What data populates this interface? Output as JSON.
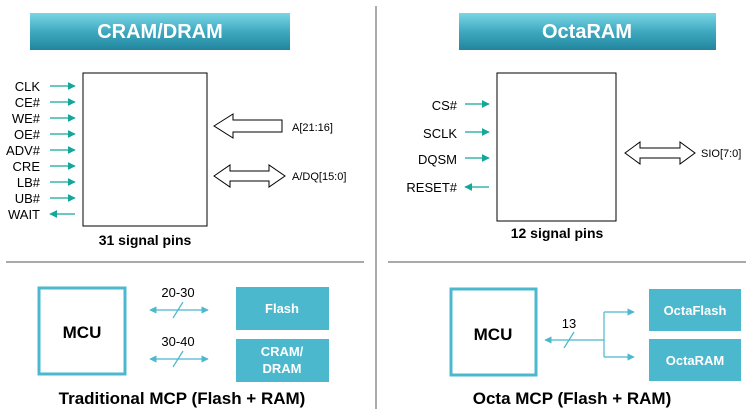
{
  "left": {
    "banner": "CRAM/DRAM",
    "signals": [
      "CLK",
      "CE#",
      "WE#",
      "OE#",
      "ADV#",
      "CRE",
      "LB#",
      "UB#",
      "WAIT"
    ],
    "bus_a": "A[21:16]",
    "bus_adq": "A/DQ[15:0]",
    "pin_caption": "31 signal pins",
    "mcu_label": "MCU",
    "line_count_top": "20-30",
    "line_count_bottom": "30-40",
    "flash_label": "Flash",
    "ram_label_line1": "CRAM/",
    "ram_label_line2": "DRAM",
    "mcp_caption": "Traditional MCP (Flash + RAM)"
  },
  "right": {
    "banner": "OctaRAM",
    "signals": [
      "CS#",
      "SCLK",
      "DQSM",
      "RESET#"
    ],
    "bus_sio": "SIO[7:0]",
    "pin_caption": "12 signal pins",
    "mcu_label": "MCU",
    "line_count": "13",
    "flash_label": "OctaFlash",
    "ram_label": "OctaRAM",
    "mcp_caption": "Octa MCP (Flash + RAM)"
  },
  "colors": {
    "teal": "#12a89a",
    "box_fill": "#4bb8cd",
    "banner_top": "#6fd0e0",
    "banner_bottom": "#2b8ea6",
    "mcu_border": "#4bb8cd",
    "line": "#000000"
  }
}
